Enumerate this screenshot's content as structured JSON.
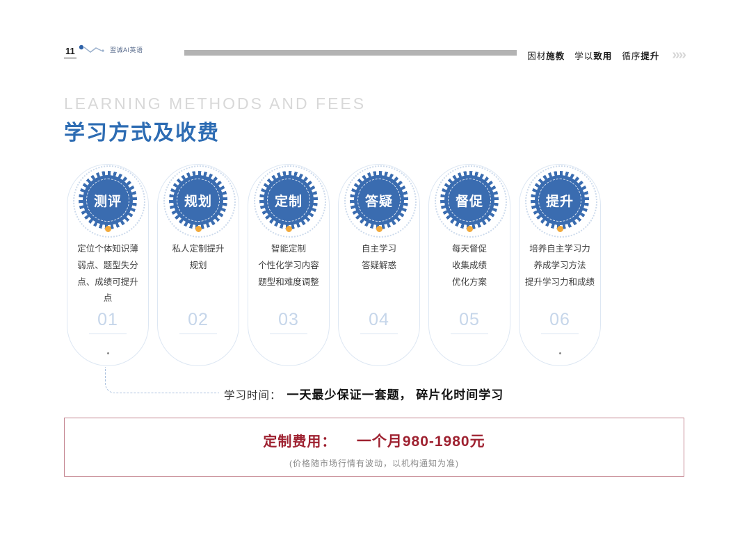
{
  "header": {
    "page_number": "11",
    "brand": "翌诚AI英语",
    "slogans": [
      {
        "light": "因材",
        "bold": "施教"
      },
      {
        "light": "学以",
        "bold": "致用"
      },
      {
        "light": "循序",
        "bold": "提升"
      }
    ],
    "chevrons": "››››"
  },
  "title": {
    "en": "LEARNING  METHODS  AND  FEES",
    "zh": "学习方式及收费"
  },
  "steps": [
    {
      "badge": "测评",
      "desc": "定位个体知识薄\n弱点、题型失分\n点、成绩可提升\n点",
      "number": "01"
    },
    {
      "badge": "规划",
      "desc": "私人定制提升\n规划",
      "number": "02"
    },
    {
      "badge": "定制",
      "desc": "智能定制\n个性化学习内容\n题型和难度调整",
      "number": "03"
    },
    {
      "badge": "答疑",
      "desc": "自主学习\n答疑解惑",
      "number": "04"
    },
    {
      "badge": "督促",
      "desc": "每天督促\n收集成绩\n优化方案",
      "number": "05"
    },
    {
      "badge": "提升",
      "desc": "培养自主学习力\n养成学习方法\n提升学习力和成绩",
      "number": "06"
    }
  ],
  "study_time": {
    "label": "学习时间：",
    "value": "一天最少保证一套题， 碎片化时间学习"
  },
  "fee_box": {
    "label": "定制费用：",
    "value": "一个月980-1980元",
    "note": "(价格随市场行情有波动，以机构通知为准)"
  },
  "colors": {
    "accent_blue": "#2d6cb3",
    "badge_blue": "#3a6cb0",
    "card_border": "#dde7f3",
    "number_blue": "#c6d6ea",
    "pin_orange": "#f2a93b",
    "fee_red": "#9e2130",
    "fee_border": "#c3838e",
    "topbar_gray": "#b3b3b3"
  }
}
